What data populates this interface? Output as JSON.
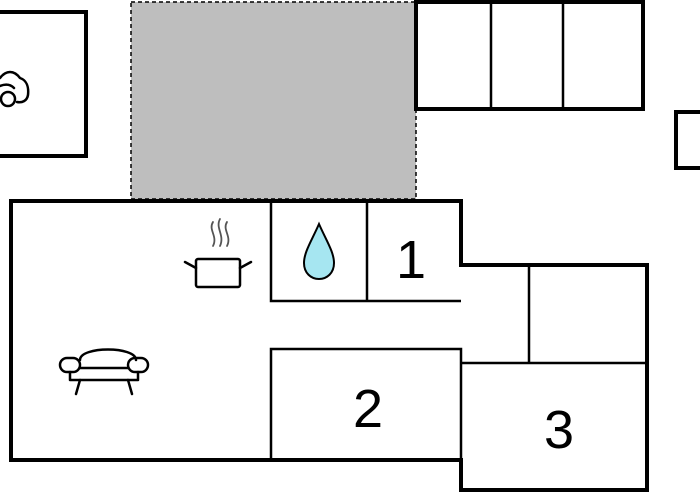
{
  "floorplan": {
    "terrace_color": "#bebebe",
    "water_color": "#a6e6f1",
    "rooms": [
      {
        "id": "room-1",
        "label": "1"
      },
      {
        "id": "room-2",
        "label": "2"
      },
      {
        "id": "room-3",
        "label": "3"
      }
    ],
    "icons": [
      "car-icon",
      "steam-icon",
      "cooking-pot-icon",
      "water-drop-icon",
      "sofa-icon"
    ]
  }
}
